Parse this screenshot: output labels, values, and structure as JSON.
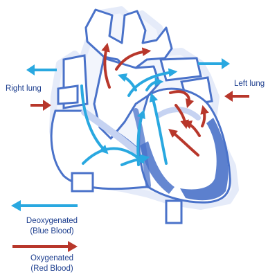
{
  "labels": {
    "right_lung": "Right lung",
    "left_lung": "Left lung"
  },
  "legend": {
    "deoxygenated": {
      "line1": "Deoxygenated",
      "line2": "(Blue Blood)",
      "color": "#29a8e0"
    },
    "oxygenated": {
      "line1": "Oxygenated",
      "line2": "(Red Blood)",
      "color": "#b8372b"
    }
  },
  "colors": {
    "outline": "#4a72c9",
    "wall": "#8fa8e0",
    "inner_shadow": "#c6d3f2",
    "text": "#1e3f8f"
  }
}
